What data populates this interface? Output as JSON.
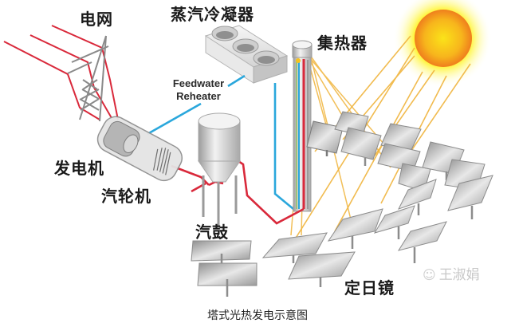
{
  "title": "塔式光热发电示意图",
  "labels": {
    "grid": "电网",
    "condenser": "蒸汽冷凝器",
    "receiver": "集热器",
    "feedwater_line1": "Feedwater",
    "feedwater_line2": "Reheater",
    "generator": "发电机",
    "turbine": "汽轮机",
    "steam_drum": "汽鼓",
    "heliostats": "定日镜"
  },
  "watermark": {
    "icon": "wechat-icon",
    "text": "王淑娟"
  },
  "colors": {
    "hot_line": "#d9293b",
    "cold_line": "#2aa7dc",
    "sun_ray": "#f0b43c",
    "sun_core": "#f7c21c",
    "sun_edge": "#f08a1c",
    "equipment": "#c9c9c9"
  },
  "components": [
    {
      "id": "sun",
      "name": "太阳"
    },
    {
      "id": "receiver-tower",
      "name": "集热器"
    },
    {
      "id": "heliostat-field",
      "name": "定日镜",
      "count": 16
    },
    {
      "id": "steam-drum",
      "name": "汽鼓"
    },
    {
      "id": "turbine",
      "name": "汽轮机"
    },
    {
      "id": "generator",
      "name": "发电机"
    },
    {
      "id": "condenser",
      "name": "蒸汽冷凝器"
    },
    {
      "id": "feedwater-reheater",
      "name": "Feedwater Reheater"
    },
    {
      "id": "power-grid",
      "name": "电网"
    }
  ]
}
